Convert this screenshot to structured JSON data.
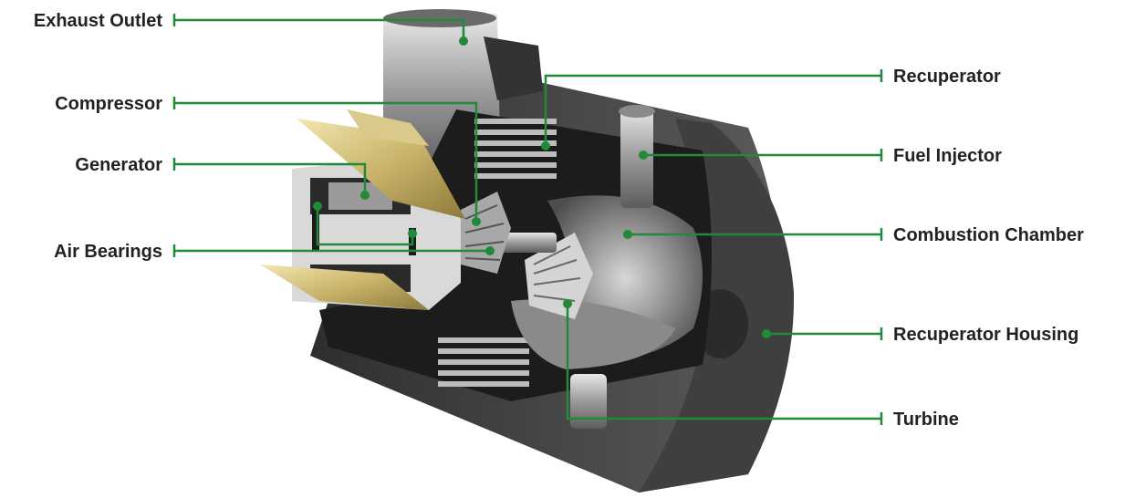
{
  "labels": {
    "exhaust_outlet": "Exhaust Outlet",
    "compressor": "Compressor",
    "generator": "Generator",
    "air_bearings": "Air Bearings",
    "recuperator": "Recuperator",
    "fuel_injector": "Fuel Injector",
    "combustion_chamber": "Combustion Chamber",
    "recuperator_housing": "Recuperator Housing",
    "turbine": "Turbine"
  },
  "colors": {
    "leader_green": "#1f8a3a",
    "label_text": "#222222",
    "housing_dark": "#3a3a3a",
    "metal_light": "#c9c9c9",
    "brass": "#c9b46a"
  }
}
